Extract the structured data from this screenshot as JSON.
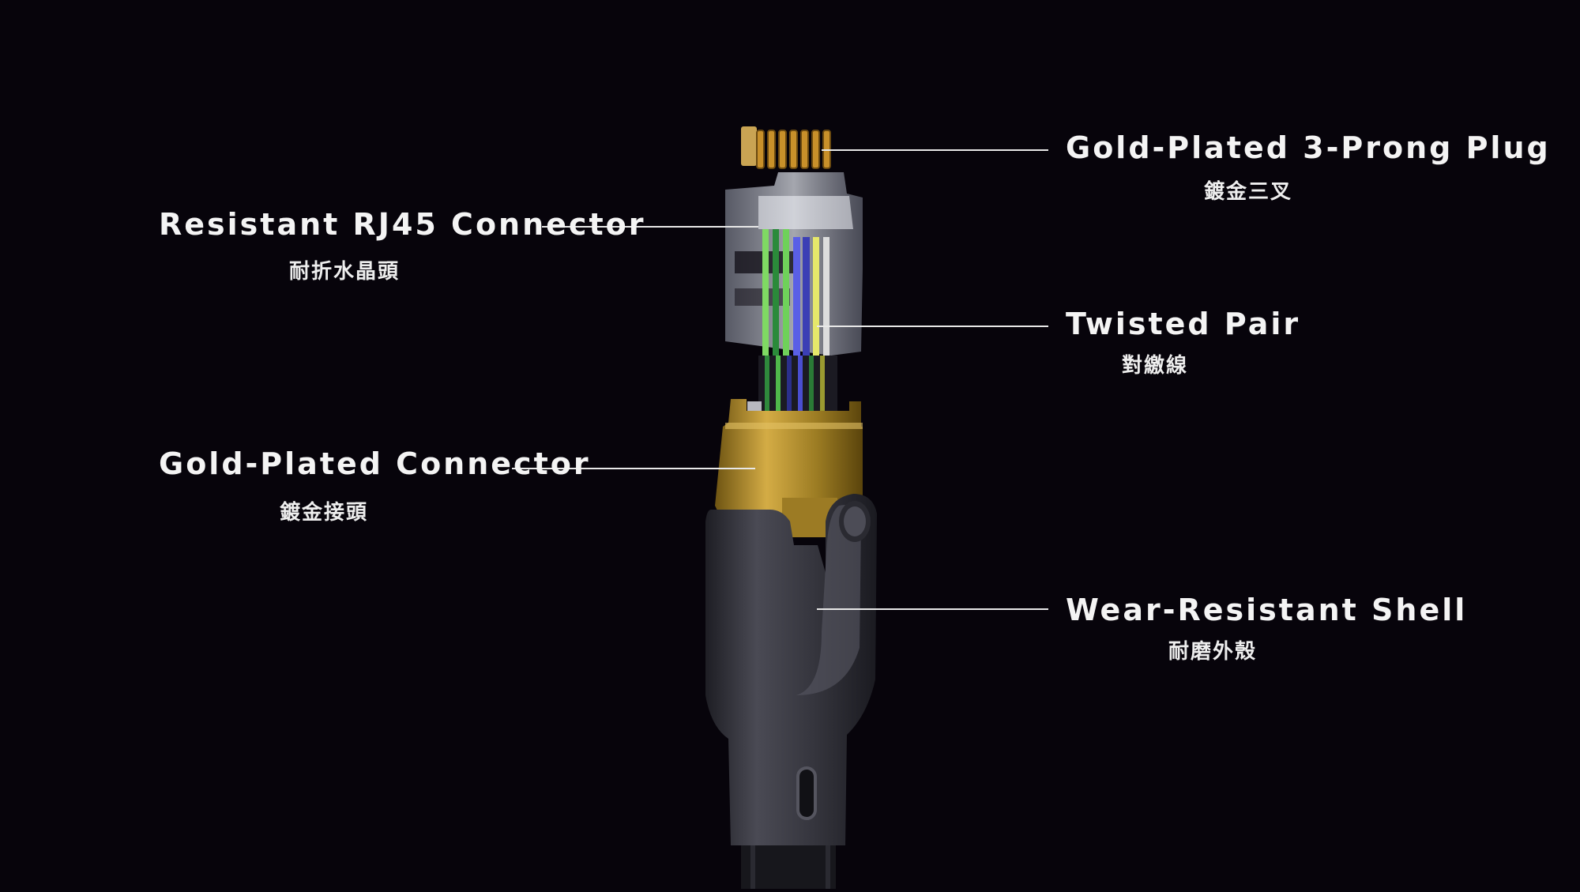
{
  "annotations": {
    "gold_plated_plug": {
      "en": "Gold-Plated 3-Prong Plug",
      "zh": "鍍金三叉"
    },
    "rj45_connector": {
      "en": "Resistant RJ45 Connector",
      "zh": "耐折水晶頭"
    },
    "twisted_pair": {
      "en": "Twisted Pair",
      "zh": "對繳線"
    },
    "gold_plated_connector": {
      "en": "Gold-Plated Connector",
      "zh": "鍍金接頭"
    },
    "wear_resistant_shell": {
      "en": "Wear-Resistant Shell",
      "zh": "耐磨外殼"
    }
  },
  "colors": {
    "background": "#07040b",
    "gold": "#b8902e",
    "shell": "#3a3a42",
    "wire_green": "#6fd15a",
    "wire_blue": "#4b4fd8",
    "wire_yellow": "#e6e86a"
  }
}
